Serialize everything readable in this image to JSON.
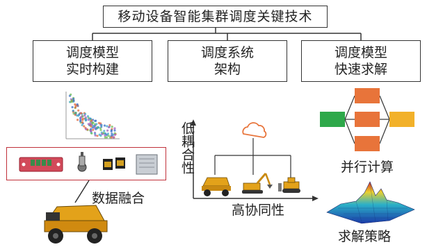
{
  "title": "移动设备智能集群调度关键技术",
  "branches": [
    {
      "line1": "调度模型",
      "line2": "实时构建"
    },
    {
      "line1": "调度系统",
      "line2": "架构"
    },
    {
      "line1": "调度模型",
      "line2": "快速求解"
    }
  ],
  "labels": {
    "fusion": "数据融合",
    "parallel": "并行计算",
    "strategy": "求解策略",
    "y_axis": "低耦合性",
    "x_axis": "高协同性"
  },
  "colors": {
    "sensor_border": "#c0303a",
    "green_node": "#2ea84a",
    "orange_node": "#e8743a",
    "yellow_node": "#f2b12a",
    "cloud": "#e8743a"
  }
}
